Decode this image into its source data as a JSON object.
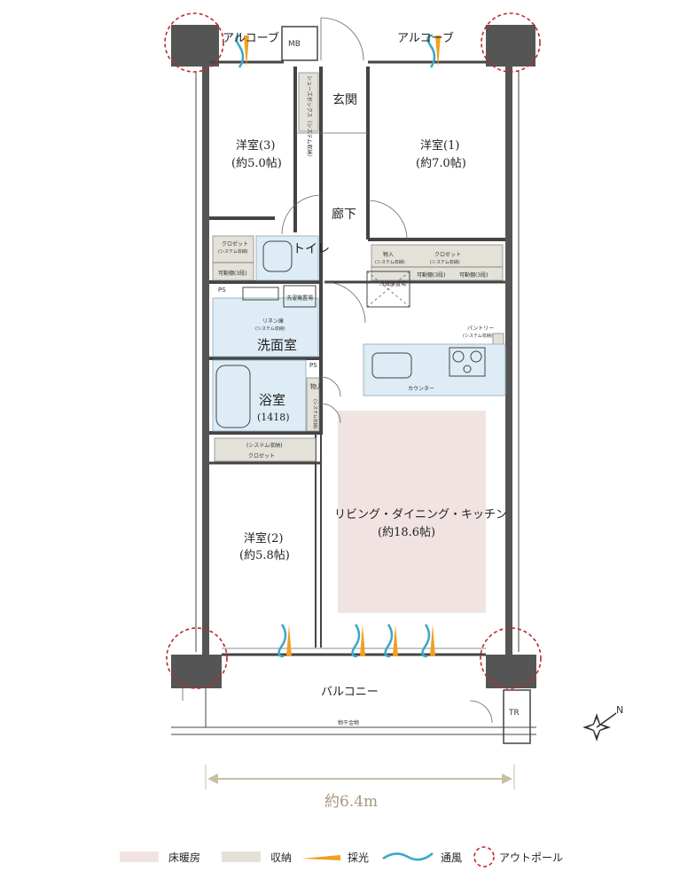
{
  "rooms": {
    "alcove_left": "アルコーブ",
    "alcove_right": "アルコーブ",
    "mb": "MB",
    "shoes_box": "シューズボックス（システム収納）",
    "entrance": "玄関",
    "western3_name": "洋室(3)",
    "western3_size": "(約5.0帖)",
    "western1_name": "洋室(1)",
    "western1_size": "(約7.0帖)",
    "hallway": "廊下",
    "closet3_title": "クロゼット",
    "closet3_sub": "(システム収納)",
    "closet3_shelf": "可動棚(3段)",
    "toilet": "トイレ",
    "storage1_title": "物入",
    "storage1_sub": "(システム収納)",
    "closet1_title": "クロゼット",
    "closet1_sub": "(システム収納)",
    "closet1_shelf_a": "可動棚(3段)",
    "closet1_shelf_b": "可動棚(3段)",
    "ps_top": "PS",
    "ps_mid": "PS",
    "linen_title": "リネン庫",
    "linen_sub": "(システム収納)",
    "washer": "洗濯機置場",
    "washroom": "洗面室",
    "fridge": "冷蔵庫置場",
    "pantry_title": "パントリー",
    "pantry_sub": "(システム収納)",
    "counter": "カウンター",
    "bath_name": "浴室",
    "bath_size": "(1418)",
    "storage2_title": "物入",
    "storage2_sub": "(システム収納)",
    "closet2_sub": "(システム収納)",
    "closet2_title": "クロゼット",
    "ldk_name": "リビング・ダイニング・キッチン",
    "ldk_size": "(約18.6帖)",
    "western2_name": "洋室(2)",
    "western2_size": "(約5.8帖)",
    "balcony": "バルコニー",
    "tr": "TR",
    "drying_rack": "物干金物"
  },
  "dimension": {
    "width": "約6.4m"
  },
  "compass": {
    "north": "N"
  },
  "legend": [
    {
      "label": "床暖房",
      "color": "#f2e3e3"
    },
    {
      "label": "収納",
      "color": "#e3e1d8"
    },
    {
      "label": "採光",
      "color": "#f0a020"
    },
    {
      "label": "通風",
      "color": "#3aa8c8"
    },
    {
      "label": "アウトポール",
      "color": "#c0282e"
    }
  ]
}
